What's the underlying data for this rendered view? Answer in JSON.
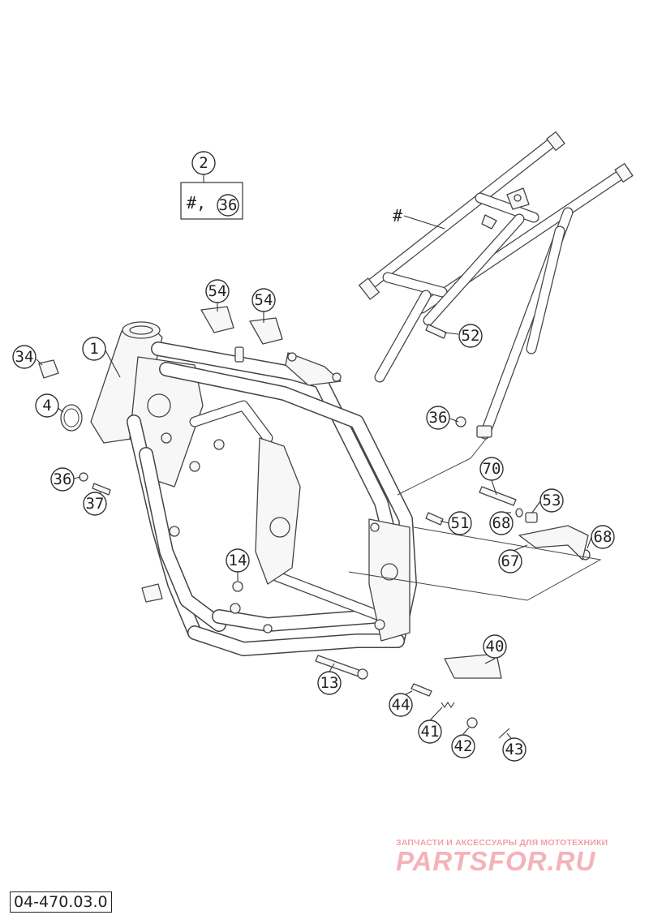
{
  "callouts": [
    {
      "id": "c-2",
      "label": "2"
    },
    {
      "id": "c-36-top",
      "label": "36"
    },
    {
      "id": "c-54-a",
      "label": "54"
    },
    {
      "id": "c-54-b",
      "label": "54"
    },
    {
      "id": "c-34",
      "label": "34"
    },
    {
      "id": "c-1",
      "label": "1"
    },
    {
      "id": "c-4",
      "label": "4"
    },
    {
      "id": "c-52",
      "label": "52"
    },
    {
      "id": "c-36-sub",
      "label": "36"
    },
    {
      "id": "c-36-left",
      "label": "36"
    },
    {
      "id": "c-37",
      "label": "37"
    },
    {
      "id": "c-70",
      "label": "70"
    },
    {
      "id": "c-53",
      "label": "53"
    },
    {
      "id": "c-51",
      "label": "51"
    },
    {
      "id": "c-68-a",
      "label": "68"
    },
    {
      "id": "c-68-b",
      "label": "68"
    },
    {
      "id": "c-67",
      "label": "67"
    },
    {
      "id": "c-14",
      "label": "14"
    },
    {
      "id": "c-40",
      "label": "40"
    },
    {
      "id": "c-13",
      "label": "13"
    },
    {
      "id": "c-44",
      "label": "44"
    },
    {
      "id": "c-41",
      "label": "41"
    },
    {
      "id": "c-42",
      "label": "42"
    },
    {
      "id": "c-43",
      "label": "43"
    }
  ],
  "kit_box": {
    "hash_label": "#,"
  },
  "subframe_marker": "#",
  "watermark": {
    "line1": "ЗАПЧАСТИ И АКСЕССУАРЫ ДЛЯ МОТОТЕХНИКИ",
    "line2": "PARTSFOR.RU"
  },
  "drawing_number": "04-470.03.0",
  "colors": {
    "line": "#444444",
    "watermark": "#f4b3ba",
    "background": "#ffffff"
  }
}
